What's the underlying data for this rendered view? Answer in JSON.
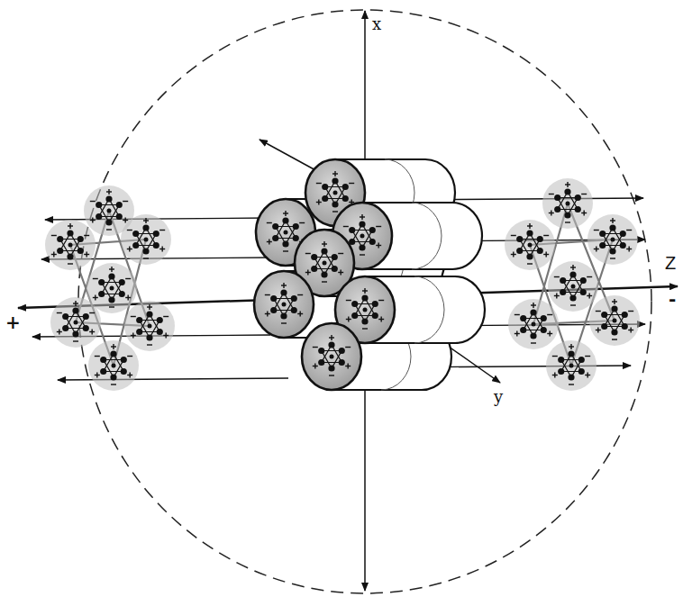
{
  "diagram": {
    "labels": [
      "x",
      "y",
      "Z",
      "+",
      "-"
    ]
  }
}
